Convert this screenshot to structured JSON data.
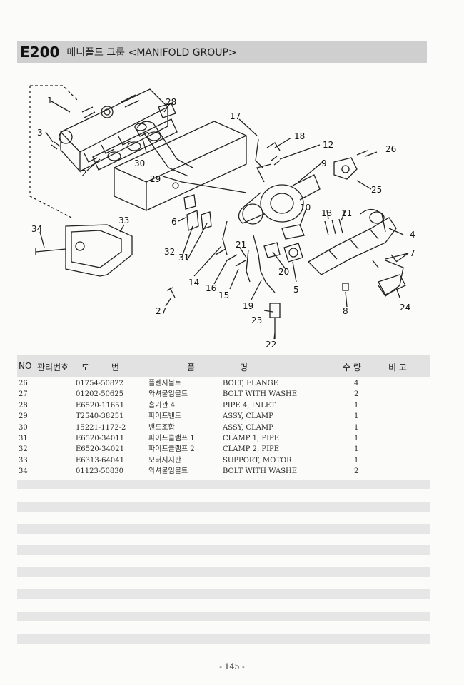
{
  "header": {
    "code": "E200",
    "title": "매니폴드 그룹 <MANIFOLD GROUP>"
  },
  "diagram": {
    "callouts": [
      "1",
      "2",
      "3",
      "4",
      "5",
      "6",
      "7",
      "8",
      "9",
      "10",
      "11",
      "12",
      "13",
      "14",
      "15",
      "16",
      "17",
      "18",
      "19",
      "20",
      "21",
      "22",
      "23",
      "24",
      "25",
      "26",
      "27",
      "28",
      "29",
      "30",
      "31",
      "32",
      "33",
      "34"
    ]
  },
  "table": {
    "columns": {
      "no": "NO",
      "mgmt": "관리번호",
      "drawing": "도",
      "drawing2": "번",
      "name": "품",
      "name2": "명",
      "qty": "수 량",
      "remarks": "비 고"
    },
    "rows": [
      {
        "no": "26",
        "part": "01754-50822",
        "kor": "플렌지볼트",
        "eng": "BOLT, FLANGE",
        "qty": "4"
      },
      {
        "no": "27",
        "part": "01202-50625",
        "kor": "와셔붙임볼트",
        "eng": "BOLT WITH WASHE",
        "qty": "2"
      },
      {
        "no": "28",
        "part": "E6520-11651",
        "kor": "흡기관 4",
        "eng": "PIPE 4, INLET",
        "qty": "1"
      },
      {
        "no": "29",
        "part": "T2540-38251",
        "kor": "파이프밴드",
        "eng": "ASSY, CLAMP",
        "qty": "1"
      },
      {
        "no": "30",
        "part": "15221-1172-2",
        "kor": "밴드조합",
        "eng": "ASSY, CLAMP",
        "qty": "1"
      },
      {
        "no": "31",
        "part": "E6520-34011",
        "kor": "파이프클램프 1",
        "eng": "CLAMP 1, PIPE",
        "qty": "1"
      },
      {
        "no": "32",
        "part": "E6520-34021",
        "kor": "파이프클램프 2",
        "eng": "CLAMP 2, PIPE",
        "qty": "1"
      },
      {
        "no": "33",
        "part": "E6313-64041",
        "kor": "모터지지판",
        "eng": "SUPPORT, MOTOR",
        "qty": "1"
      },
      {
        "no": "34",
        "part": "01123-50830",
        "kor": "와셔붙임볼트",
        "eng": "BOLT WITH WASHE",
        "qty": "2"
      }
    ]
  },
  "footer": {
    "page": "- 145 -"
  }
}
